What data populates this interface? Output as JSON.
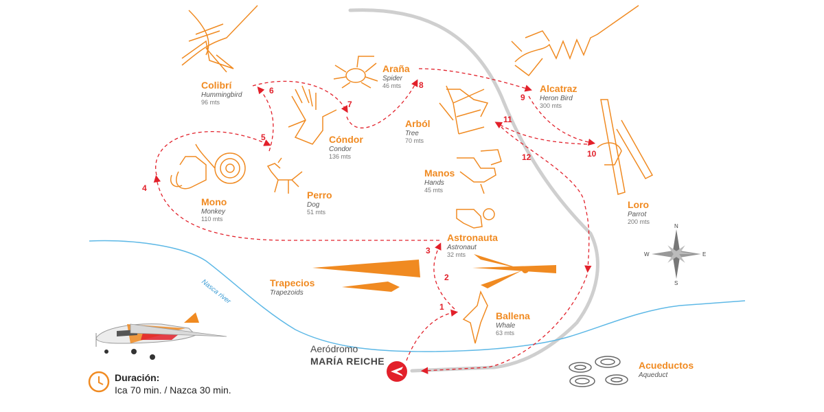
{
  "colors": {
    "accent": "#f08a21",
    "route": "#e2202a",
    "river": "#5db8e6",
    "road": "#c8c8c8"
  },
  "figures": {
    "colibri": {
      "name": "Colibrí",
      "sub": "Hummingbird",
      "size": "96 mts"
    },
    "arana": {
      "name": "Araña",
      "sub": "Spider",
      "size": "46 mts"
    },
    "alcatraz": {
      "name": "Alcatraz",
      "sub": "Heron Bird",
      "size": "300 mts"
    },
    "arbol": {
      "name": "Arból",
      "sub": "Tree",
      "size": "70 mts"
    },
    "condor": {
      "name": "Cóndor",
      "sub": "Condor",
      "size": "136 mts"
    },
    "manos": {
      "name": "Manos",
      "sub": "Hands",
      "size": "45 mts"
    },
    "mono": {
      "name": "Mono",
      "sub": "Monkey",
      "size": "110 mts"
    },
    "perro": {
      "name": "Perro",
      "sub": "Dog",
      "size": "51 mts"
    },
    "loro": {
      "name": "Loro",
      "sub": "Parrot",
      "size": "200 mts"
    },
    "astronauta": {
      "name": "Astronauta",
      "sub": "Astronaut",
      "size": "32 mts"
    },
    "trapecios": {
      "name": "Trapecios",
      "sub": "Trapezoids"
    },
    "ballena": {
      "name": "Ballena",
      "sub": "Whale",
      "size": "63 mts"
    },
    "acueductos": {
      "name": "Acueductos",
      "sub": "Aqueduct"
    }
  },
  "stops": [
    "1",
    "2",
    "3",
    "4",
    "5",
    "6",
    "7",
    "8",
    "9",
    "10",
    "11",
    "12"
  ],
  "river_label": "Nasca river",
  "airport": {
    "line1": "Aeródromo",
    "line2": "MARÍA REICHE"
  },
  "duration": {
    "title": "Duración:",
    "text": "Ica 70 min. / Nazca 30 min."
  },
  "compass": {
    "n": "N",
    "s": "S",
    "e": "E",
    "w": "W"
  },
  "icons": {
    "clock": "clock-icon",
    "airplane": "airplane-icon",
    "compass": "compass-rose-icon"
  }
}
